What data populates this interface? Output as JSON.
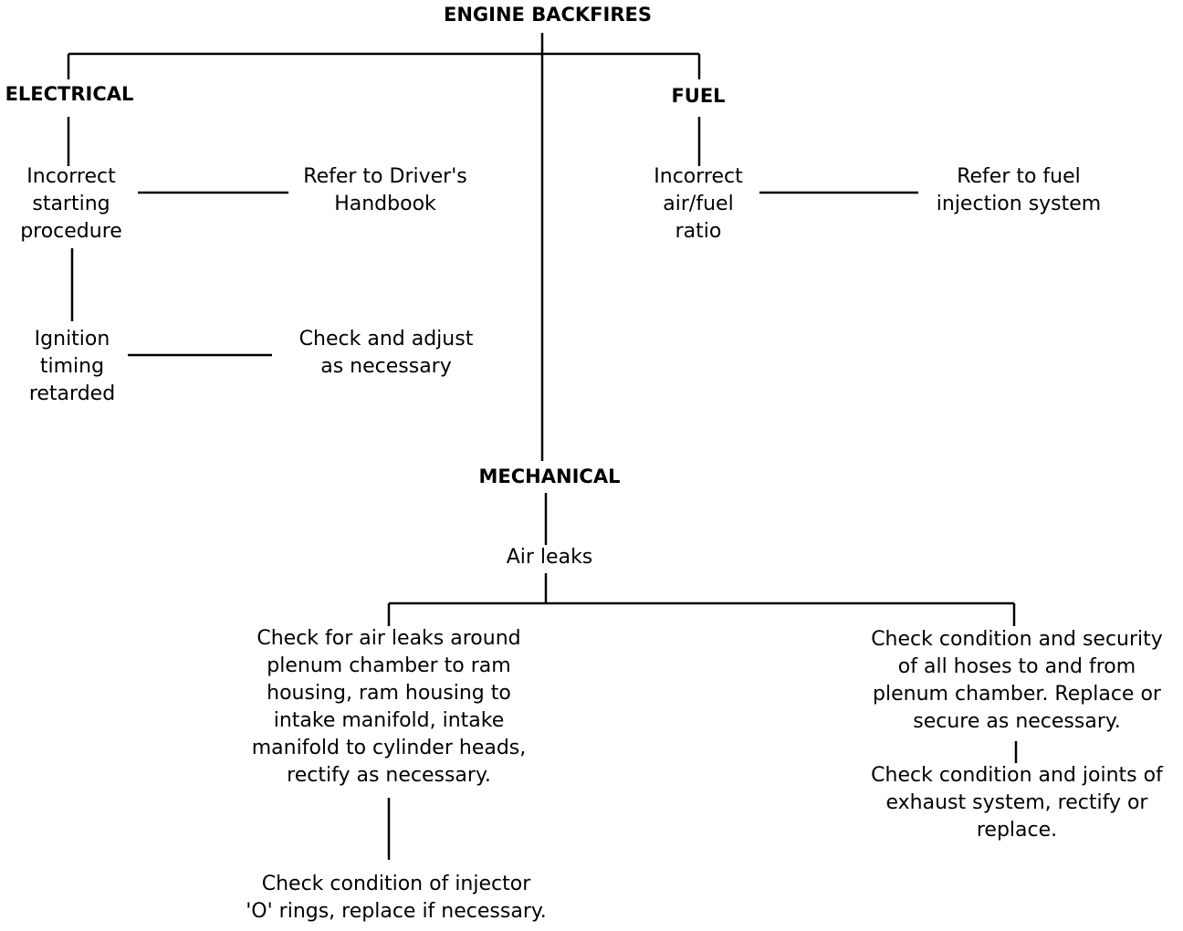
{
  "diagram": {
    "title": "ENGINE BACKFIRES",
    "electrical": {
      "heading": "ELECTRICAL",
      "cause1": [
        "Incorrect",
        "starting",
        "procedure"
      ],
      "action1": [
        "Refer to Driver's",
        "Handbook"
      ],
      "cause2": [
        "Ignition",
        "timing",
        "retarded"
      ],
      "action2": [
        "Check and adjust",
        "as necessary"
      ]
    },
    "fuel": {
      "heading": "FUEL",
      "cause": [
        "Incorrect",
        "air/fuel",
        "ratio"
      ],
      "action": [
        "Refer to fuel",
        "injection system"
      ]
    },
    "mechanical": {
      "heading": "MECHANICAL",
      "cause": "Air leaks",
      "left_check1": [
        "Check for air leaks around",
        "plenum chamber to ram",
        "housing, ram housing to",
        "intake manifold, intake",
        "manifold to cylinder heads,",
        "rectify as necessary."
      ],
      "left_check2": [
        "Check condition of injector",
        "'O' rings, replace if necessary."
      ],
      "right_check1": [
        "Check condition and security",
        "of all hoses to and from",
        "plenum chamber. Replace or",
        "secure as necessary."
      ],
      "right_check2": [
        "Check condition and joints of",
        "exhaust system, rectify or",
        "replace."
      ]
    }
  }
}
